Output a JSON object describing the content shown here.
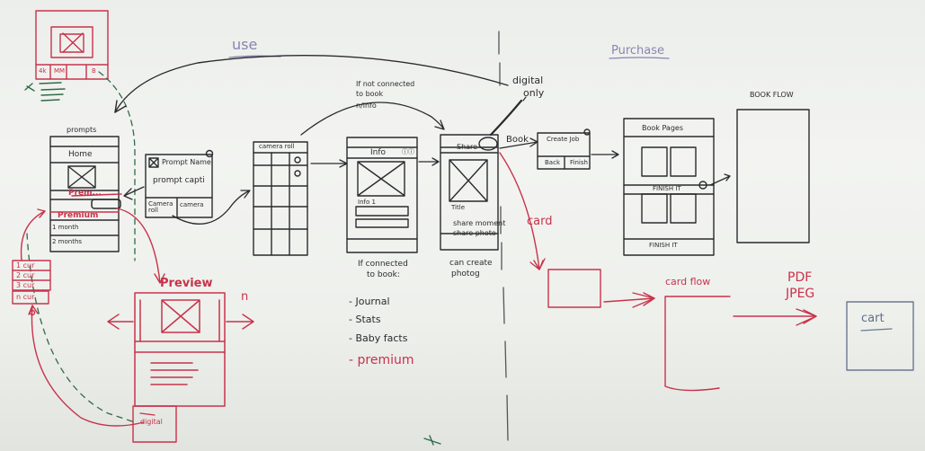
{
  "sections": {
    "use": "use",
    "purchase": "Purchase"
  },
  "prompts_screen": {
    "title": "prompts",
    "home": "Home",
    "premium_tag": "Prem...",
    "premium_row": "Premium",
    "row_1": "1 month",
    "row_2": "2 months"
  },
  "prompt_screen": {
    "line1": "Prompt Name",
    "line2": "prompt capti",
    "btn_camera_roll": "Camera roll",
    "btn_camera": "camera"
  },
  "camera_roll": {
    "title": "camera roll"
  },
  "info_screen": {
    "title": "Info",
    "label": "Info 1"
  },
  "share_screen": {
    "share": "Share",
    "title_label": "Title",
    "caption_1": "share moment",
    "caption_2": "share photo"
  },
  "annotations": {
    "not_connected": [
      "If not connected",
      "to book",
      "n/info"
    ],
    "digital_only": [
      "digital",
      "only"
    ],
    "book": "Book",
    "card": "card",
    "if_connected": [
      "If connected",
      "to book:"
    ],
    "can_create": [
      "can create",
      "photog"
    ],
    "preview": "Preview",
    "n_right": "n",
    "pdf": "PDF",
    "jpeg": "JPEG",
    "card_flow": "card flow",
    "cart": "cart",
    "digital_small": "digital"
  },
  "features_list": [
    "Journal",
    "Stats",
    "Baby facts"
  ],
  "premium_feature": "premium",
  "create_screen": {
    "title": "Create Job",
    "btn_back": "Back",
    "btn_next": "Finish"
  },
  "book_pages": {
    "title": "Book Pages",
    "finish_mid": "FINISH IT",
    "finish_bottom": "FINISH IT"
  },
  "book_flow": {
    "title": "BOOK FLOW"
  },
  "phone_tabs": [
    "4k",
    "MM",
    "B"
  ],
  "counters": [
    "1 cur",
    "2 cur",
    "3 cur",
    "n cur"
  ],
  "colors": {
    "ink_black": "#2b2b2e",
    "ink_red": "#c8324a",
    "ink_purple": "#8a84b3",
    "ink_green": "#2f6b46",
    "board": "#eef0ec"
  }
}
